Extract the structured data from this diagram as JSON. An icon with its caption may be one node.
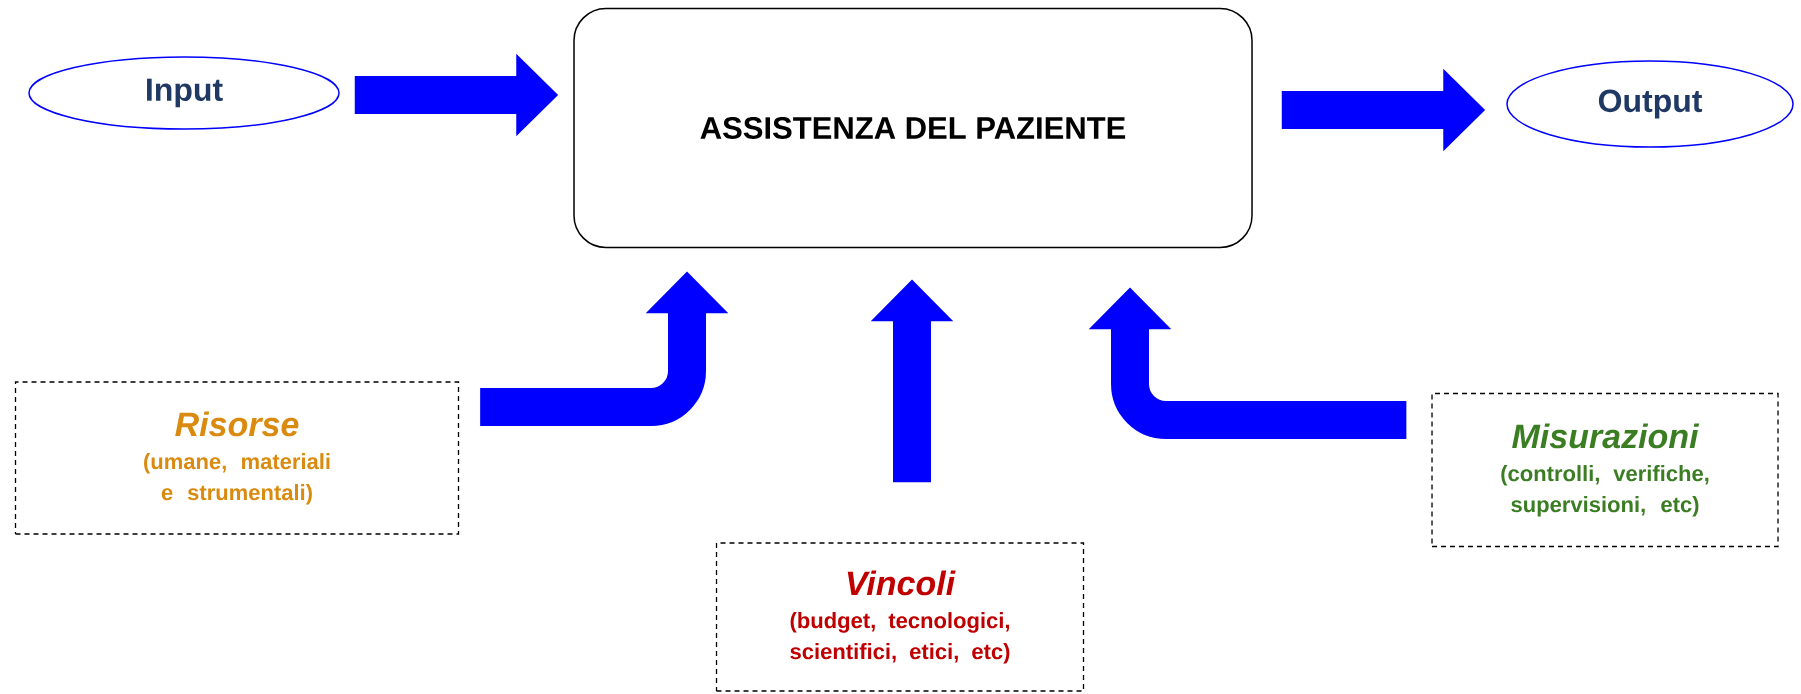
{
  "diagram": {
    "nodes": [
      {
        "text": [
          "Input"
        ]
      },
      {
        "text": [
          "ASSISTENZA DEL PAZIENTE"
        ]
      },
      {
        "text": [
          "Output"
        ]
      },
      {
        "text": [
          "Risorse",
          "(umane, materiali e strumentali)"
        ]
      },
      {
        "text": [
          "Vincoli",
          "(budget, tecnologici, scientifici, etici, etc)"
        ]
      },
      {
        "text": [
          "Misurazioni",
          "(controlli, verifiche, supervisioni, etc)"
        ]
      }
    ],
    "edges": [
      {
        "from": 0,
        "to": 1,
        "arrow": "to"
      },
      {
        "from": 1,
        "to": 2,
        "arrow": "to"
      },
      {
        "from": 3,
        "to": 1,
        "arrow": "to"
      },
      {
        "from": 4,
        "to": 1,
        "arrow": "to"
      },
      {
        "from": 5,
        "to": 1,
        "arrow": "to"
      }
    ]
  }
}
